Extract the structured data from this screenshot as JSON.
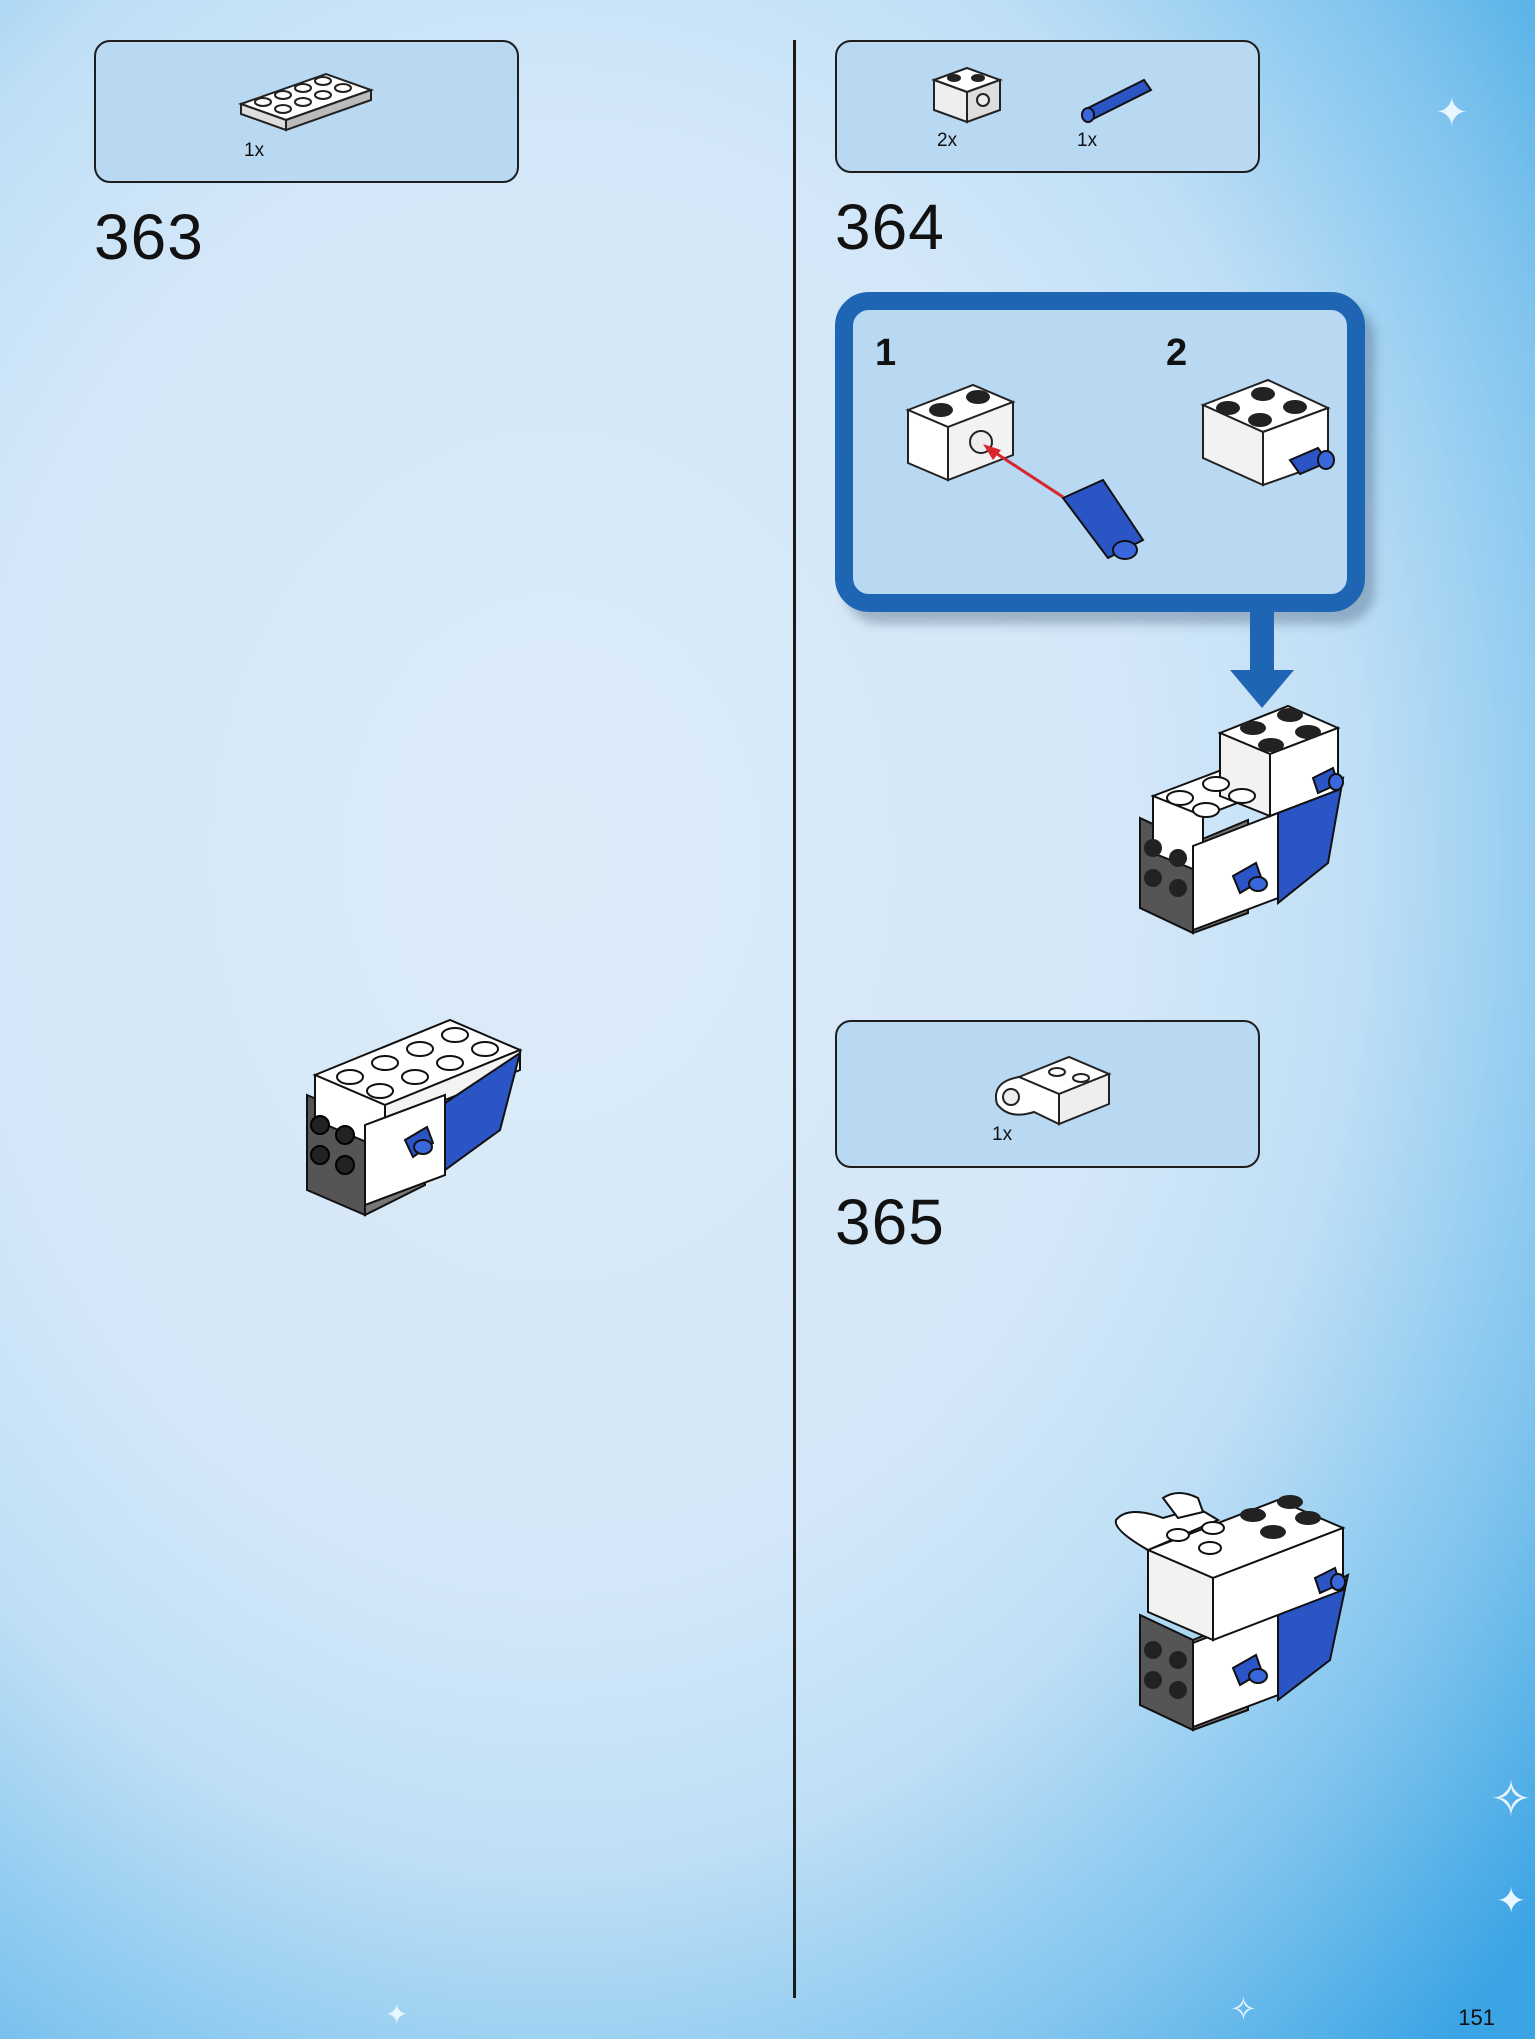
{
  "steps": [
    {
      "number": "363",
      "parts": [
        {
          "name": "white-plate-2x4",
          "qty": "1x"
        }
      ]
    },
    {
      "number": "364",
      "parts": [
        {
          "name": "white-technic-brick-1x2",
          "qty": "2x"
        },
        {
          "name": "blue-technic-pin",
          "qty": "1x"
        }
      ],
      "sub_steps": [
        "1",
        "2"
      ]
    },
    {
      "number": "365",
      "parts": [
        {
          "name": "white-clip-brick",
          "qty": "1x"
        }
      ]
    }
  ],
  "page_number": "151",
  "colors": {
    "callout_border": "#1e65b4",
    "parts_box": "#b9d8f2",
    "brick_blue": "#2b54c4",
    "arrow_red": "#d8262e"
  }
}
